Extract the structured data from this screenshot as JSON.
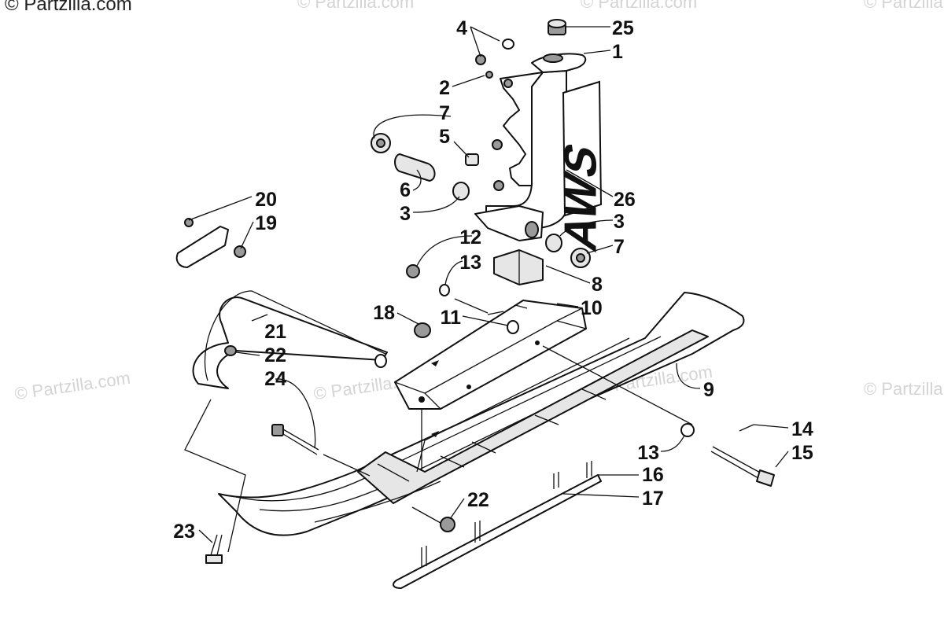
{
  "watermark": {
    "top_left": "© Partzilla.com",
    "repeat": "© Partzilla.com"
  },
  "logo_text": "AWS",
  "callouts": {
    "c1": "1",
    "c2": "2",
    "c3a": "3",
    "c3b": "3",
    "c4": "4",
    "c5": "5",
    "c6": "6",
    "c7a": "7",
    "c7b": "7",
    "c8": "8",
    "c9": "9",
    "c10": "10",
    "c11": "11",
    "c12": "12",
    "c13a": "13",
    "c13b": "13",
    "c14": "14",
    "c15": "15",
    "c16": "16",
    "c17": "17",
    "c18": "18",
    "c19": "19",
    "c20": "20",
    "c21": "21",
    "c22a": "22",
    "c22b": "22",
    "c23": "23",
    "c24": "24",
    "c25": "25",
    "c26": "26"
  }
}
